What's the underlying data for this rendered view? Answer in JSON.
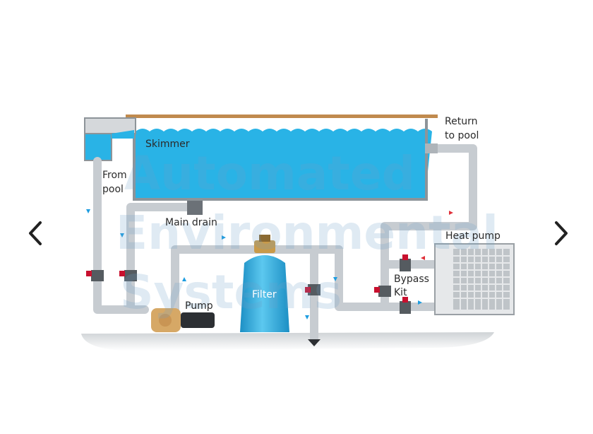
{
  "navigation": {
    "prev_icon": "chevron-left-icon",
    "next_icon": "chevron-right-icon"
  },
  "watermark": {
    "line1": "Automated",
    "line2": "Environmental",
    "line3": "Systems"
  },
  "labels": {
    "skimmer": "Skimmer",
    "from_pool_1": "From",
    "from_pool_2": "pool",
    "return_1": "Return",
    "return_2": "to pool",
    "main_drain": "Main drain",
    "heat_pump": "Heat pump",
    "filter": "Filter",
    "bypass_1": "Bypass",
    "bypass_2": "Kit",
    "pump": "Pump"
  },
  "colors": {
    "water": "#29b3e6",
    "pipe": "#c7ccd1",
    "valve": "#c8102e",
    "arrow_blue": "#1e9de0",
    "arrow_red": "#e0303a",
    "deck": "#c08a4e"
  }
}
